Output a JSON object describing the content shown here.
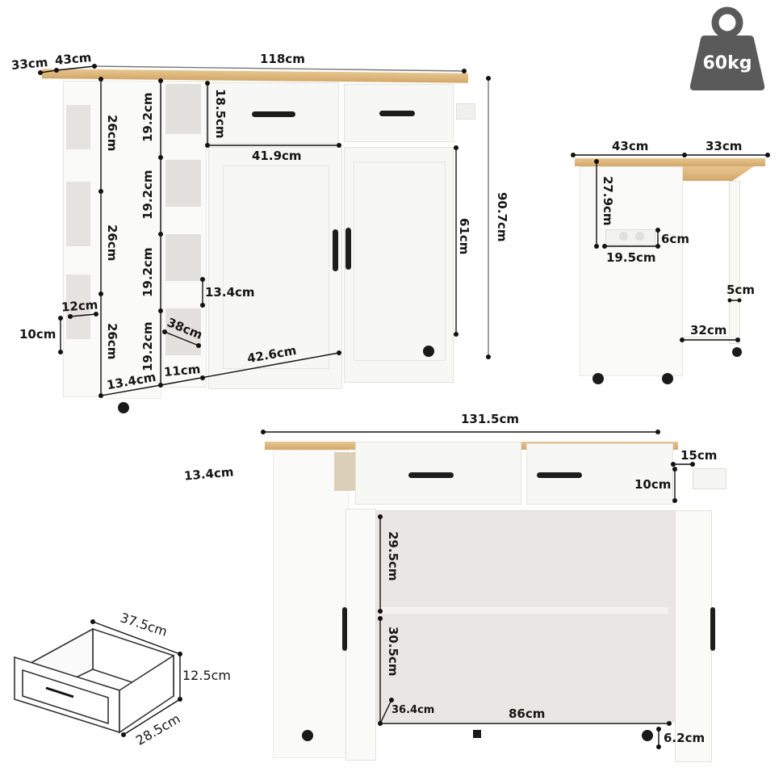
{
  "weight_badge": {
    "label": "60kg",
    "icon": "weight-icon",
    "color": "#5a5a5a"
  },
  "front_view": {
    "top_depth_left": "33cm",
    "top_depth_right": "43cm",
    "top_width": "118cm",
    "total_height": "90.7cm",
    "side_shelf_heights": [
      "26cm",
      "26cm",
      "26cm"
    ],
    "wine_rack_heights": [
      "19.2cm",
      "19.2cm",
      "19.2cm",
      "19.2cm"
    ],
    "drawer_height": "18.5cm",
    "drawer_width": "41.9cm",
    "cabinet_height": "61cm",
    "wine_slot_height": "13.4cm",
    "wine_depth": "38cm",
    "cabinet_bottom_width": "42.6cm",
    "wine_rack_width": "11cm",
    "side_shelf_depth": "13.4cm",
    "side_shelf_opening_width": "12cm",
    "side_shelf_opening_height": "10cm"
  },
  "side_view": {
    "body_depth": "43cm",
    "extension_depth": "33cm",
    "towel_bar_height": "27.9cm",
    "outlet_width": "19.5cm",
    "outlet_height": "6cm",
    "leg_width": "5cm",
    "leg_base_width": "32cm"
  },
  "open_view": {
    "total_width": "131.5cm",
    "stray_label": "13.4cm",
    "towel_rack_width": "15cm",
    "towel_rack_height": "10cm",
    "upper_shelf_height": "29.5cm",
    "lower_shelf_height": "30.5cm",
    "inner_depth": "36.4cm",
    "inner_width": "86cm",
    "wheel_clearance": "6.2cm"
  },
  "drawer_detail": {
    "length": "37.5cm",
    "height": "12.5cm",
    "depth": "28.5cm"
  },
  "colors": {
    "wood": "#d9b174",
    "cabinet": "#fafaf8",
    "handle": "#1d1d1d",
    "line": "#111111"
  }
}
